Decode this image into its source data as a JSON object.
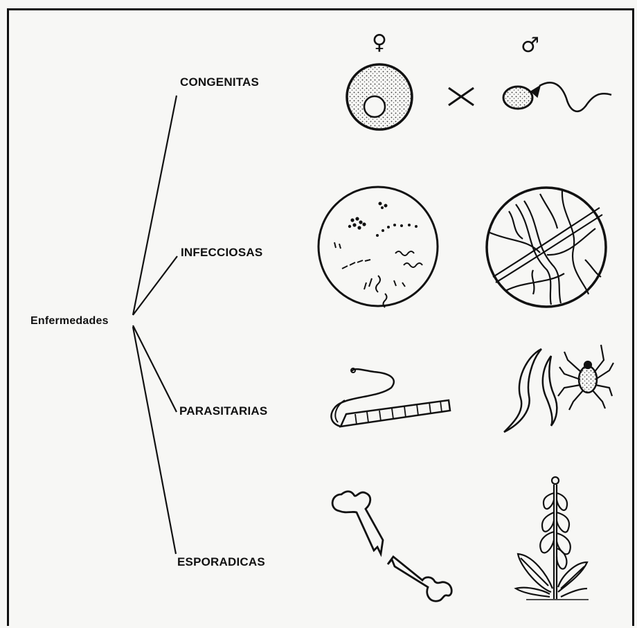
{
  "root": "Enfermedades",
  "categories": [
    "CONGENITAS",
    "INFECCIOSAS",
    "PARASITARIAS",
    "ESPORADICAS"
  ],
  "symbols": {
    "female": "♀",
    "male": "♂"
  },
  "icons": [
    "ovum-icon",
    "cross-icon",
    "sperm-icon",
    "bacteria-slide-icon",
    "fungal-hyphae-icon",
    "tapeworm-icon",
    "nematode-worm-icon",
    "mite-icon",
    "broken-bone-icon",
    "plant-icon"
  ]
}
